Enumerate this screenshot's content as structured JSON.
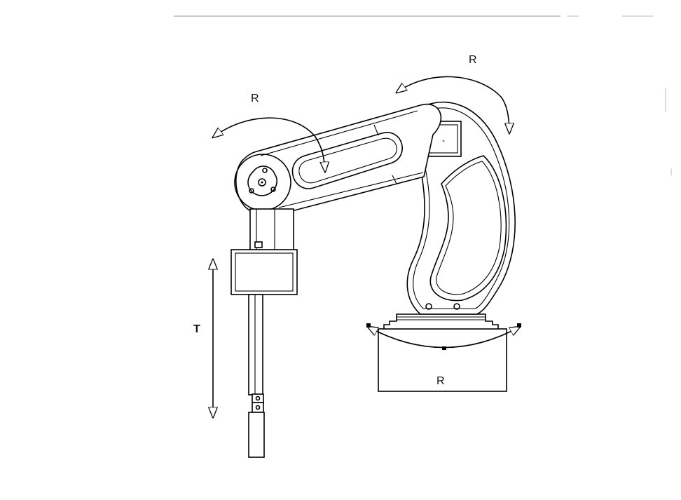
{
  "labels": {
    "rotation_base": "R",
    "rotation_upper_arm": "R",
    "rotation_forearm": "R",
    "translation": "T"
  },
  "colors": {
    "line": "#000000",
    "background": "#ffffff"
  }
}
